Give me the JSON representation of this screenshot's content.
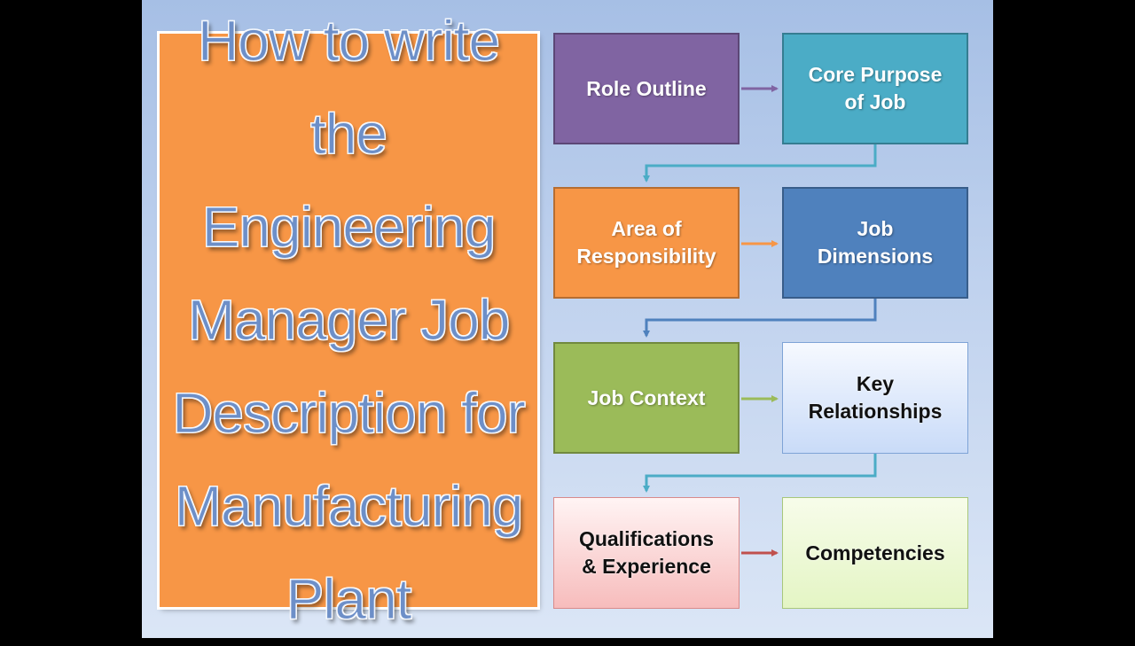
{
  "title": [
    "How to write",
    "the Engineering",
    "Manager Job",
    "Description for",
    "Manufacturing",
    "Plant"
  ],
  "boxes": {
    "role_outline": [
      "Role Outline"
    ],
    "core_purpose": [
      "Core Purpose",
      "of Job"
    ],
    "area_of_responsibility": [
      "Area of",
      "Responsibility"
    ],
    "job_dimensions": [
      "Job",
      "Dimensions"
    ],
    "job_context": [
      "Job Context"
    ],
    "key_relationships": [
      "Key",
      "Relationships"
    ],
    "qualifications": [
      "Qualifications",
      "& Experience"
    ],
    "competencies": [
      "Competencies"
    ]
  },
  "colors": {
    "purple": "#8064a2",
    "teal": "#4bacc6",
    "orange": "#f79646",
    "blue": "#4f81bd",
    "green": "#9bbb59",
    "light_blue": "#c9dbf8",
    "pink": "#f7bcbc",
    "light_green": "#e4f5c4",
    "title_text": "#6d8fc8"
  }
}
